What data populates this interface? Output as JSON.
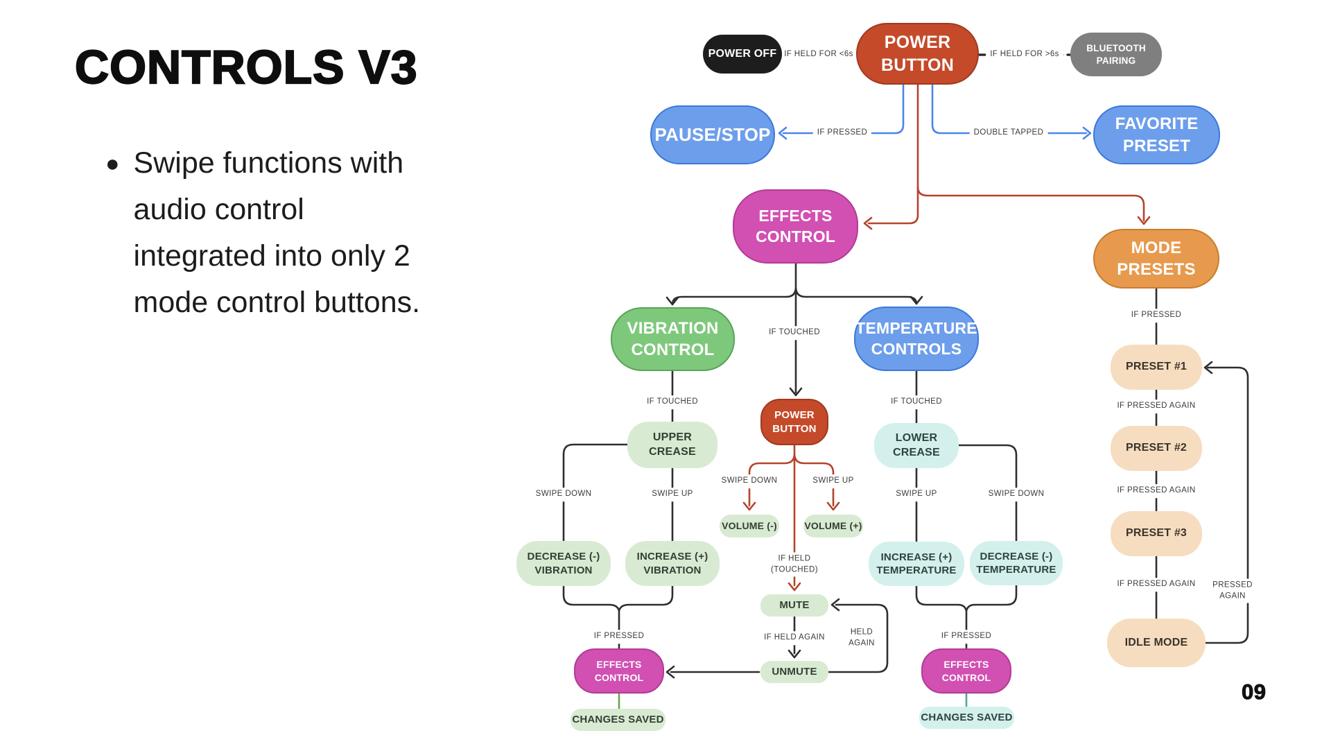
{
  "slide": {
    "title": "CONTROLS V3",
    "bullet": "Swipe functions with\naudio control\nintegrated into only 2\nmode control buttons.",
    "page_number": "09"
  },
  "diagram": {
    "nodes": {
      "power_off": {
        "label": "POWER OFF",
        "color": "#1d1d1d"
      },
      "power_button": {
        "label": "POWER BUTTON",
        "color": "#c44a2a"
      },
      "bluetooth_pairing": {
        "label": "BLUETOOTH\nPAIRING",
        "color": "#7f7f7f"
      },
      "pause_stop": {
        "label": "PAUSE/STOP",
        "color": "#6d9eeb"
      },
      "favorite_preset": {
        "label": "FAVORITE\nPRESET",
        "color": "#6d9eeb"
      },
      "effects_control": {
        "label": "EFFECTS\nCONTROL",
        "color": "#d150b2"
      },
      "mode_presets": {
        "label": "MODE\nPRESETS",
        "color": "#e79a4d"
      },
      "vibration_control": {
        "label": "VIBRATION\nCONTROL",
        "color": "#7ec87b"
      },
      "temperature_controls": {
        "label": "TEMPERATURE\nCONTROLS",
        "color": "#6d9eeb"
      },
      "power_button_touch": {
        "label": "POWER\nBUTTON",
        "color": "#c44a2a"
      },
      "upper_crease": {
        "label": "UPPER\nCREASE",
        "color": "#d9ead3"
      },
      "lower_crease": {
        "label": "LOWER\nCREASE",
        "color": "#d3f0ec"
      },
      "volume_down": {
        "label": "VOLUME (-)",
        "color": "#d9ead3"
      },
      "volume_up": {
        "label": "VOLUME (+)",
        "color": "#d9ead3"
      },
      "decrease_vibration": {
        "label": "DECREASE (-)\nVIBRATION",
        "color": "#d9ead3"
      },
      "increase_vibration": {
        "label": "INCREASE (+)\nVIBRATION",
        "color": "#d9ead3"
      },
      "increase_temperature": {
        "label": "INCREASE (+)\nTEMPERATURE",
        "color": "#d3f0ec"
      },
      "decrease_temperature": {
        "label": "DECREASE (-)\nTEMPERATURE",
        "color": "#d3f0ec"
      },
      "mute": {
        "label": "MUTE",
        "color": "#d9ead3"
      },
      "unmute": {
        "label": "UNMUTE",
        "color": "#d9ead3"
      },
      "effects_control_left": {
        "label": "EFFECTS\nCONTROL",
        "color": "#d150b2"
      },
      "effects_control_right": {
        "label": "EFFECTS\nCONTROL",
        "color": "#d150b2"
      },
      "changes_saved_left": {
        "label": "CHANGES SAVED",
        "color": "#d9ead3"
      },
      "changes_saved_right": {
        "label": "CHANGES SAVED",
        "color": "#d3f0ec"
      },
      "preset_1": {
        "label": "PRESET #1",
        "color": "#f6ddbf"
      },
      "preset_2": {
        "label": "PRESET #2",
        "color": "#f6ddbf"
      },
      "preset_3": {
        "label": "PRESET #3",
        "color": "#f6ddbf"
      },
      "idle_mode": {
        "label": "IDLE MODE",
        "color": "#f6ddbf"
      }
    },
    "edge_labels": {
      "if_held_short": "IF HELD FOR <6s",
      "if_held_long": "IF HELD FOR >6s",
      "if_pressed": "IF PRESSED",
      "double_tapped": "DOUBLE TAPPED",
      "if_touched": "IF TOUCHED",
      "swipe_down": "SWIPE DOWN",
      "swipe_up": "SWIPE UP",
      "if_held_touched": "IF HELD\n(TOUCHED)",
      "if_held_again": "IF HELD AGAIN",
      "held_again": "HELD\nAGAIN",
      "if_pressed_again": "IF PRESSED AGAIN",
      "pressed_again": "PRESSED\nAGAIN"
    },
    "palette": {
      "node_red": "#c44a2a",
      "node_red_border": "#9e3a20",
      "node_blue": "#6d9eeb",
      "node_blue_border": "#3c78d8",
      "node_pink": "#d150b2",
      "node_pink_border": "#b23b95",
      "node_orange": "#e79a4d",
      "node_orange_border": "#c87c2e",
      "node_green": "#7ec87b",
      "node_green_border": "#57a457",
      "node_black": "#1d1d1d",
      "node_gray": "#7f7f7f",
      "pastel_green": "#d9ead3",
      "pastel_cyan": "#d3f0ec",
      "pastel_peach": "#f6ddbf",
      "edge_black": "#2e2e2e",
      "edge_blue": "#4a86e8",
      "edge_red": "#b5432a",
      "edge_green": "#6aa84f",
      "edge_teal": "#52a69b"
    }
  }
}
